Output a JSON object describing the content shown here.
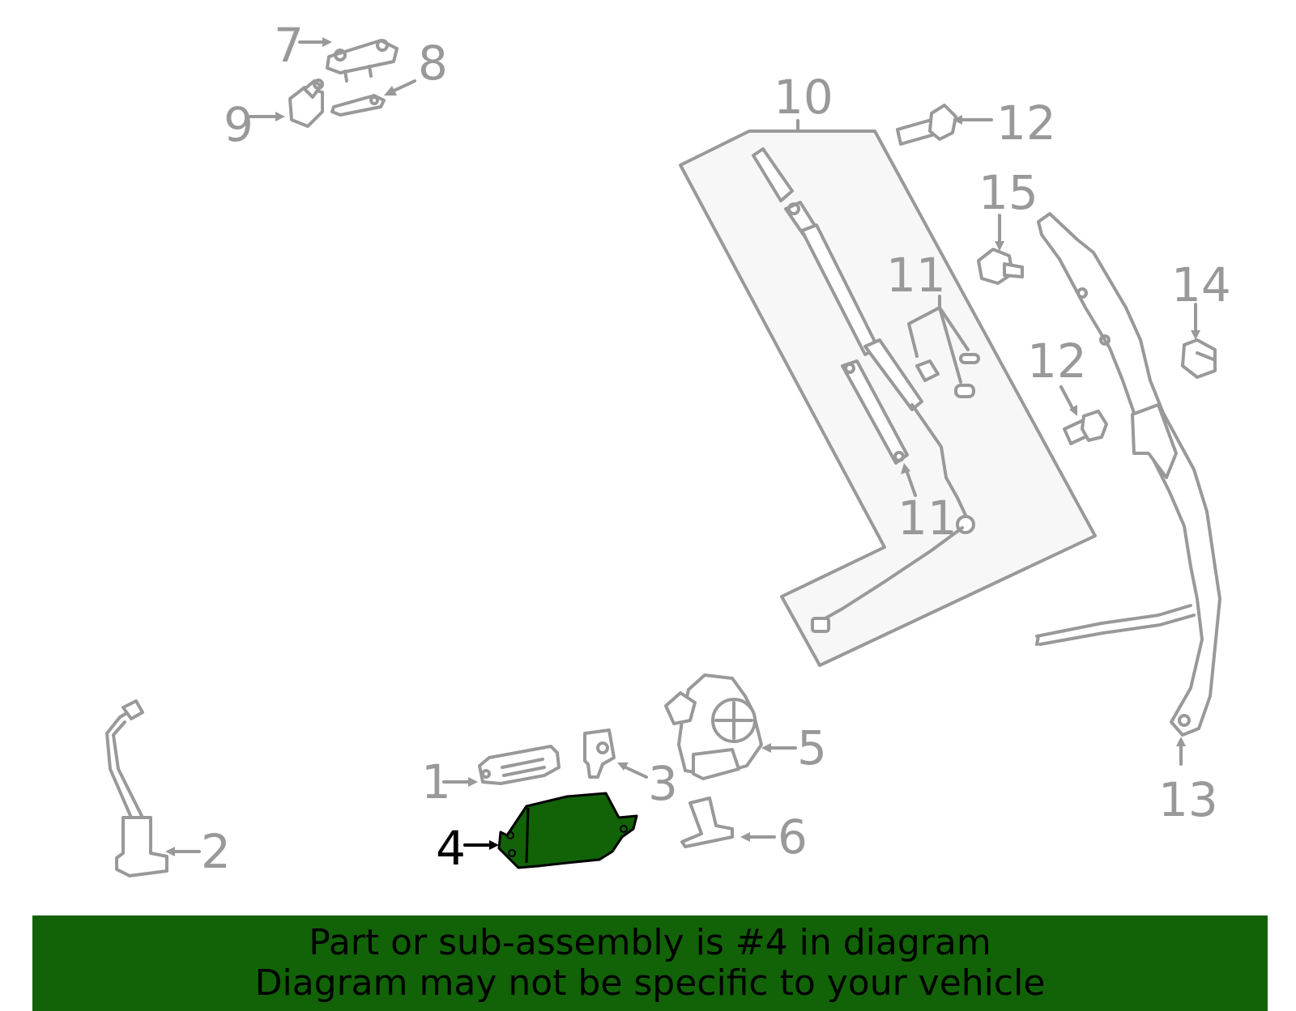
{
  "diagram": {
    "callouts": {
      "c1": "1",
      "c2": "2",
      "c3": "3",
      "c4": "4",
      "c5": "5",
      "c6": "6",
      "c7": "7",
      "c8": "8",
      "c9": "9",
      "c10": "10",
      "c11a": "11",
      "c11b": "11",
      "c12a": "12",
      "c12b": "12",
      "c13": "13",
      "c14": "14",
      "c15": "15"
    },
    "highlight_part": "4",
    "colors": {
      "highlight": "#126208",
      "line": "#999999",
      "panel": "#f7f7f7",
      "label_highlight": "#000000"
    }
  },
  "banner": {
    "line1": "Part or sub-assembly is #4 in diagram",
    "line2": "Diagram may not be specific to your vehicle"
  }
}
